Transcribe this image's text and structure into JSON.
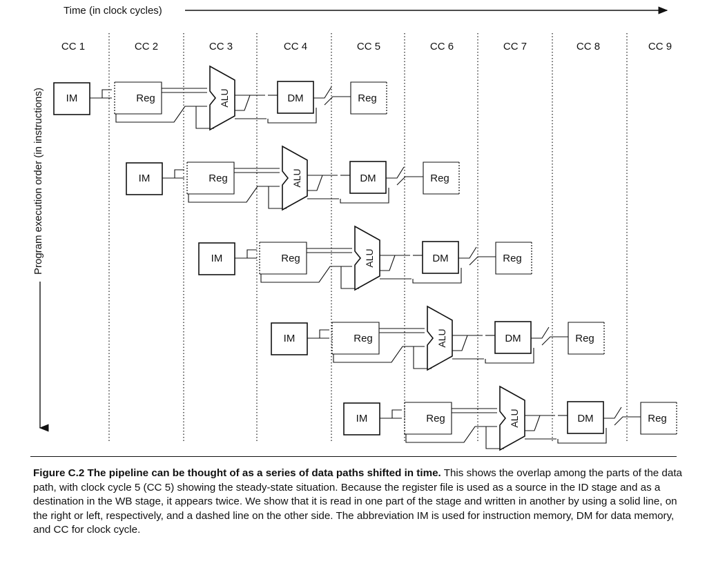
{
  "figure": {
    "time_axis_label": "Time (in clock cycles)",
    "order_axis_label": "Program execution order (in instructions)",
    "clock_cycles": [
      "CC 1",
      "CC 2",
      "CC 3",
      "CC 4",
      "CC 5",
      "CC 6",
      "CC 7",
      "CC 8",
      "CC 9"
    ],
    "stage_labels": {
      "im": "IM",
      "reg": "Reg",
      "alu": "ALU",
      "dm": "DM"
    },
    "instruction_count": 5
  },
  "caption": {
    "figure_number": "Figure C.2",
    "headline": "The pipeline can be thought of as a series of data paths shifted in time.",
    "body": "This shows the overlap among the parts of the data path, with clock cycle 5 (CC 5) showing the steady-state situation. Because the register file is used as a source in the ID stage and as a destination in the WB stage, it appears twice. We show that it is read in one part of the stage and written in another by using a solid line, on the right or left, respectively, and a dashed line on the other side. The abbreviation IM is used for instruction memory, DM for data memory, and CC for clock cycle."
  }
}
